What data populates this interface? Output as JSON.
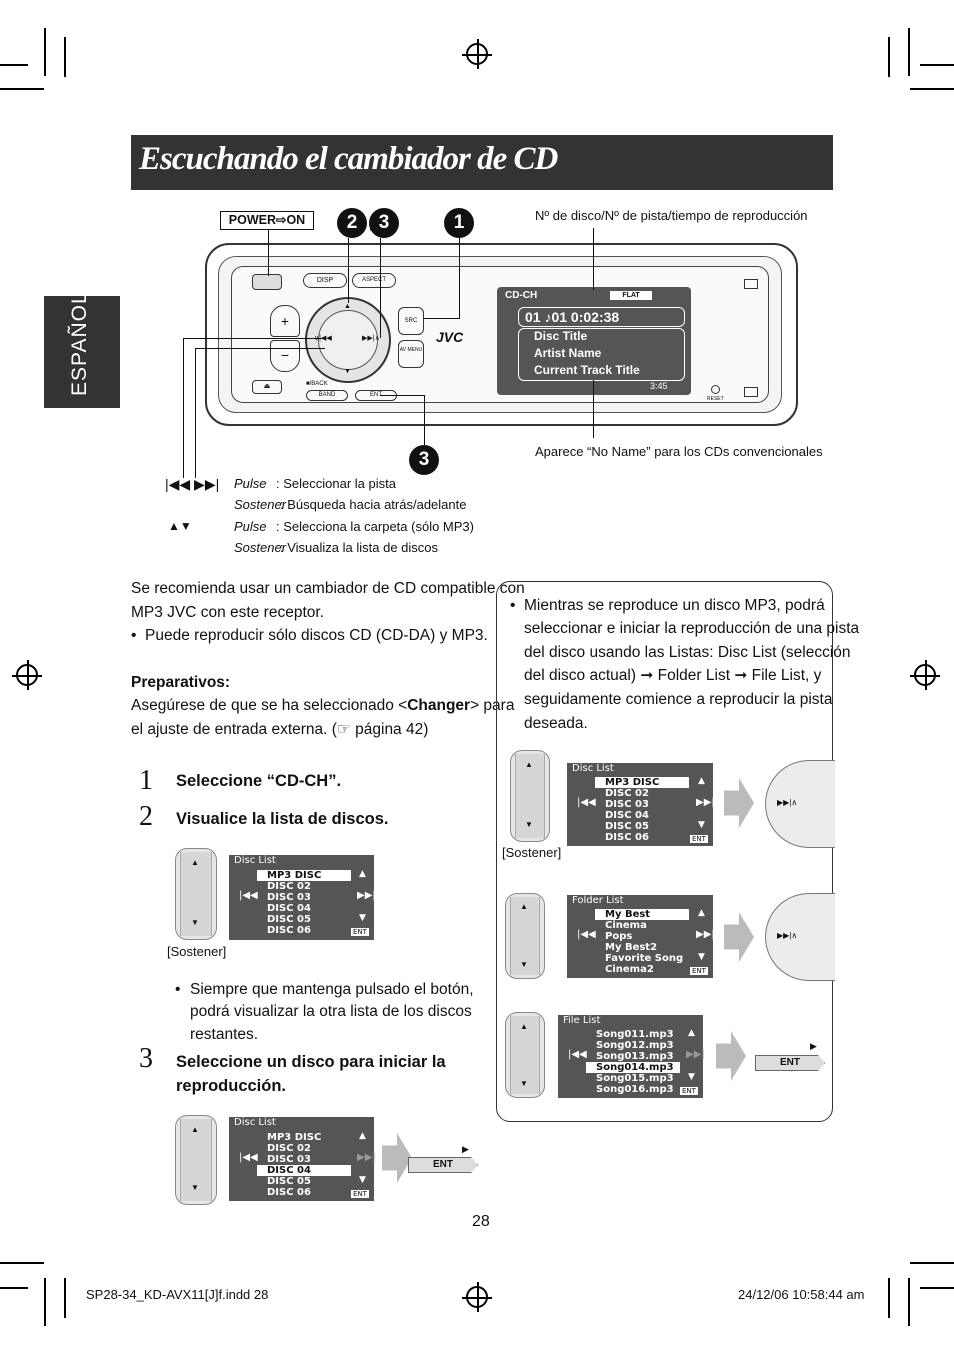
{
  "title": "Escuchando el cambiador de CD",
  "side_tab": "ESPAÑOL",
  "diagram": {
    "power_label": "POWER⇨ON",
    "callout_23": "2 , 3",
    "callout_1": "1",
    "callout_3": "3",
    "note_top": "Nº de disco/Nº de pista/tiempo de reproducción",
    "note_bottom": "Aparece “No Name” para los CDs convencionales",
    "device": {
      "brand": "JVC",
      "mode": "CD-CH",
      "eq": "FLAT",
      "disc_track_time": "01  ♪01   0:02:38",
      "disc_title": "Disc Title",
      "artist_name": "Artist Name",
      "track_title": "Current Track Title",
      "clock": "3:45",
      "buttons": {
        "disp": "DISP",
        "aspect": "ASPECT",
        "src": "SRC",
        "av_menu": "AV MENU",
        "band": "BAND",
        "ent": "ENT",
        "back": "■/BACK",
        "reset": "RESET"
      }
    }
  },
  "key_legend": [
    {
      "keys": "|◀◀ ▶▶|",
      "mode": "Pulse",
      "desc": ": Seleccionar la pista"
    },
    {
      "keys": "",
      "mode": "Sostener",
      "desc": ": Búsqueda hacia atrás/adelante"
    },
    {
      "keys": "▲▼",
      "mode": "Pulse",
      "desc": ": Selecciona la carpeta (sólo MP3)"
    },
    {
      "keys": "",
      "mode": "Sostener",
      "desc": ": Visualiza la lista de discos"
    }
  ],
  "intro": {
    "line1": "Se recomienda usar un cambiador de CD compatible con",
    "line2": "MP3 JVC con este receptor.",
    "bullet": "Puede reproducir sólo discos CD (CD-DA) y MP3.",
    "prep_heading": "Preparativos:",
    "prep_line1a": "Asegúrese de que se ha seleccionado <",
    "prep_line1b": "Changer",
    "prep_line1c": "> para",
    "prep_line2": "el ajuste de entrada externa. (☞ página 42)"
  },
  "steps": {
    "s1_num": "1",
    "s1": "Seleccione “CD-CH”.",
    "s2_num": "2",
    "s2": "Visualice la lista de discos.",
    "hold": "[Sostener]",
    "s2_bullet_1": "Siempre que mantenga pulsado el botón,",
    "s2_bullet_2": "podrá visualizar la otra lista de los discos",
    "s2_bullet_3": "restantes.",
    "s3_num": "3",
    "s3_a": "Seleccione un disco para iniciar la",
    "s3_b": "reproducción."
  },
  "disc_list": {
    "header": "Disc List",
    "items": [
      "MP3 DISC",
      "DISC 02",
      "DISC 03",
      "DISC 04",
      "DISC 05",
      "DISC 06"
    ],
    "ent": "ENT"
  },
  "folder_list": {
    "header": "Folder List",
    "items": [
      "My Best",
      "Cinema",
      "Pops",
      "My Best2",
      "Favorite Song",
      "Cinema2"
    ]
  },
  "file_list": {
    "header": "File List",
    "items": [
      "Song011.mp3",
      "Song012.mp3",
      "Song013.mp3",
      "Song014.mp3",
      "Song015.mp3",
      "Song016.mp3"
    ]
  },
  "box": {
    "l1": "Mientras se reproduce un disco MP3, podrá",
    "l2": "seleccionar e iniciar la reproducción de una pista",
    "l3": "del disco usando las Listas: Disc List (selección",
    "l4a": "del disco actual)",
    "l4b": "Folder List",
    "l4c": "File List, y",
    "l5": "seguidamente comience a reproducir la pista",
    "l6": "deseada.",
    "hold": "[Sostener]",
    "ent": "ENT"
  },
  "page_number": "28",
  "footer_left": "SP28-34_KD-AVX11[J]f.indd   28",
  "footer_right": "24/12/06   10:58:44 am",
  "colors": {
    "title_bar": "#333333",
    "screen": "#555555"
  }
}
